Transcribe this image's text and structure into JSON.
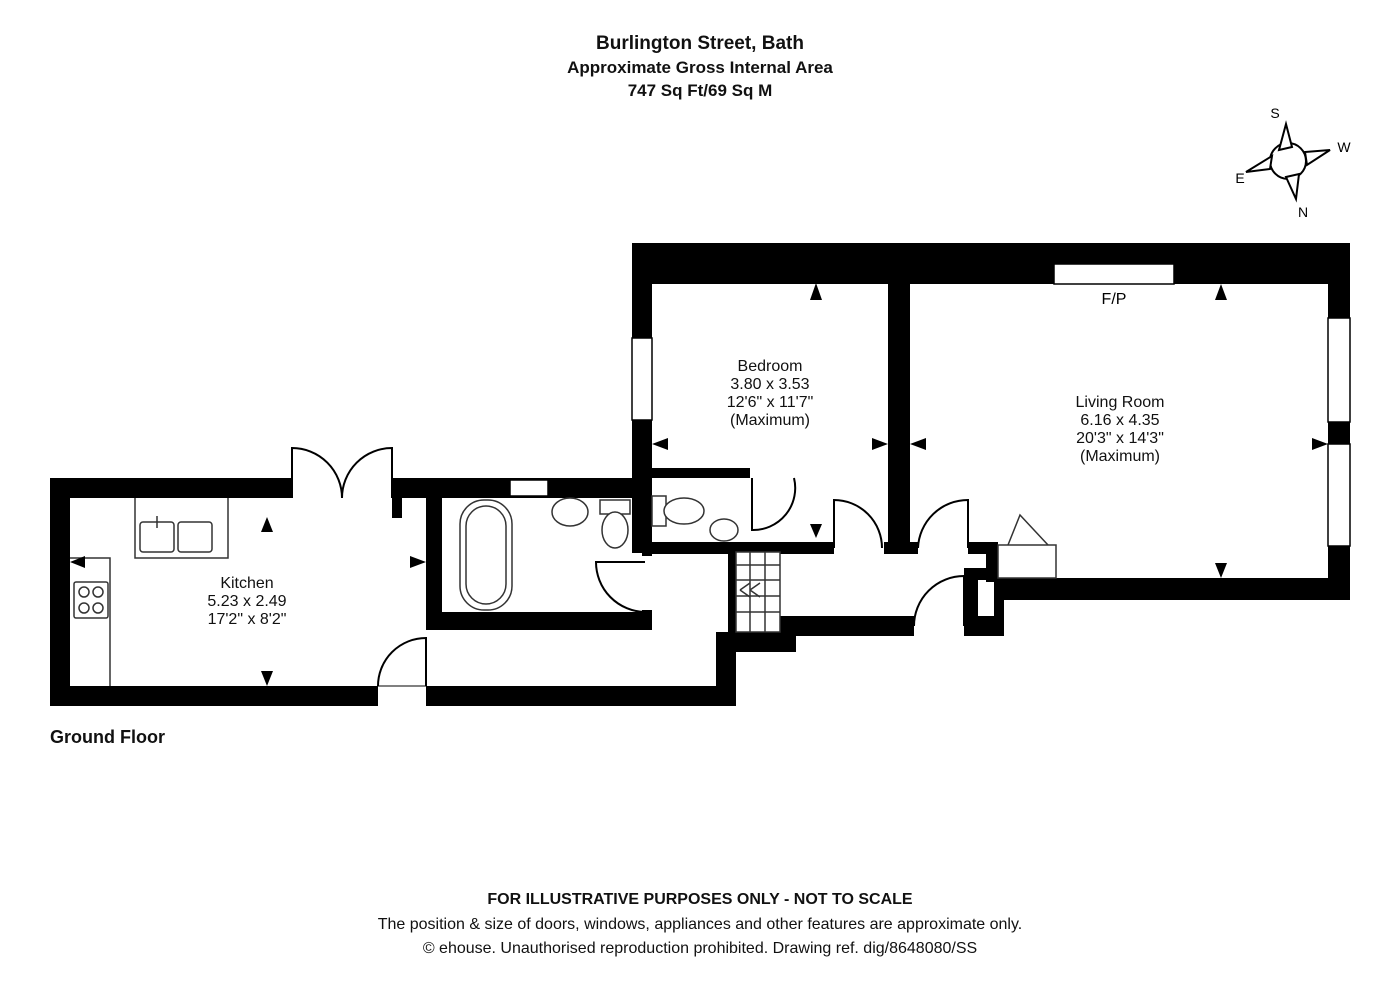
{
  "header": {
    "title": "Burlington Street, Bath",
    "subtitle": "Approximate Gross Internal Area",
    "area": "747 Sq Ft/69 Sq M"
  },
  "compass": {
    "s": "S",
    "w": "W",
    "e": "E",
    "n": "N"
  },
  "floor_label": "Ground Floor",
  "fireplace_label": "F/P",
  "rooms": {
    "bedroom": {
      "name": "Bedroom",
      "metric": "3.80 x 3.53",
      "imperial": "12'6\" x 11'7\"",
      "note": "(Maximum)"
    },
    "living": {
      "name": "Living Room",
      "metric": "6.16 x 4.35",
      "imperial": "20'3\" x 14'3\"",
      "note": "(Maximum)"
    },
    "kitchen": {
      "name": "Kitchen",
      "metric": "5.23 x 2.49",
      "imperial": "17'2\" x 8'2\""
    }
  },
  "footer": {
    "disclaimer": "FOR ILLUSTRATIVE PURPOSES ONLY - NOT TO SCALE",
    "note": "The position & size of doors, windows, appliances and other features are approximate only.",
    "copyright": "© ehouse. Unauthorised reproduction prohibited. Drawing ref. dig/8648080/SS"
  },
  "colors": {
    "wall": "#000000",
    "background": "#ffffff",
    "fixture_line": "#333333"
  }
}
